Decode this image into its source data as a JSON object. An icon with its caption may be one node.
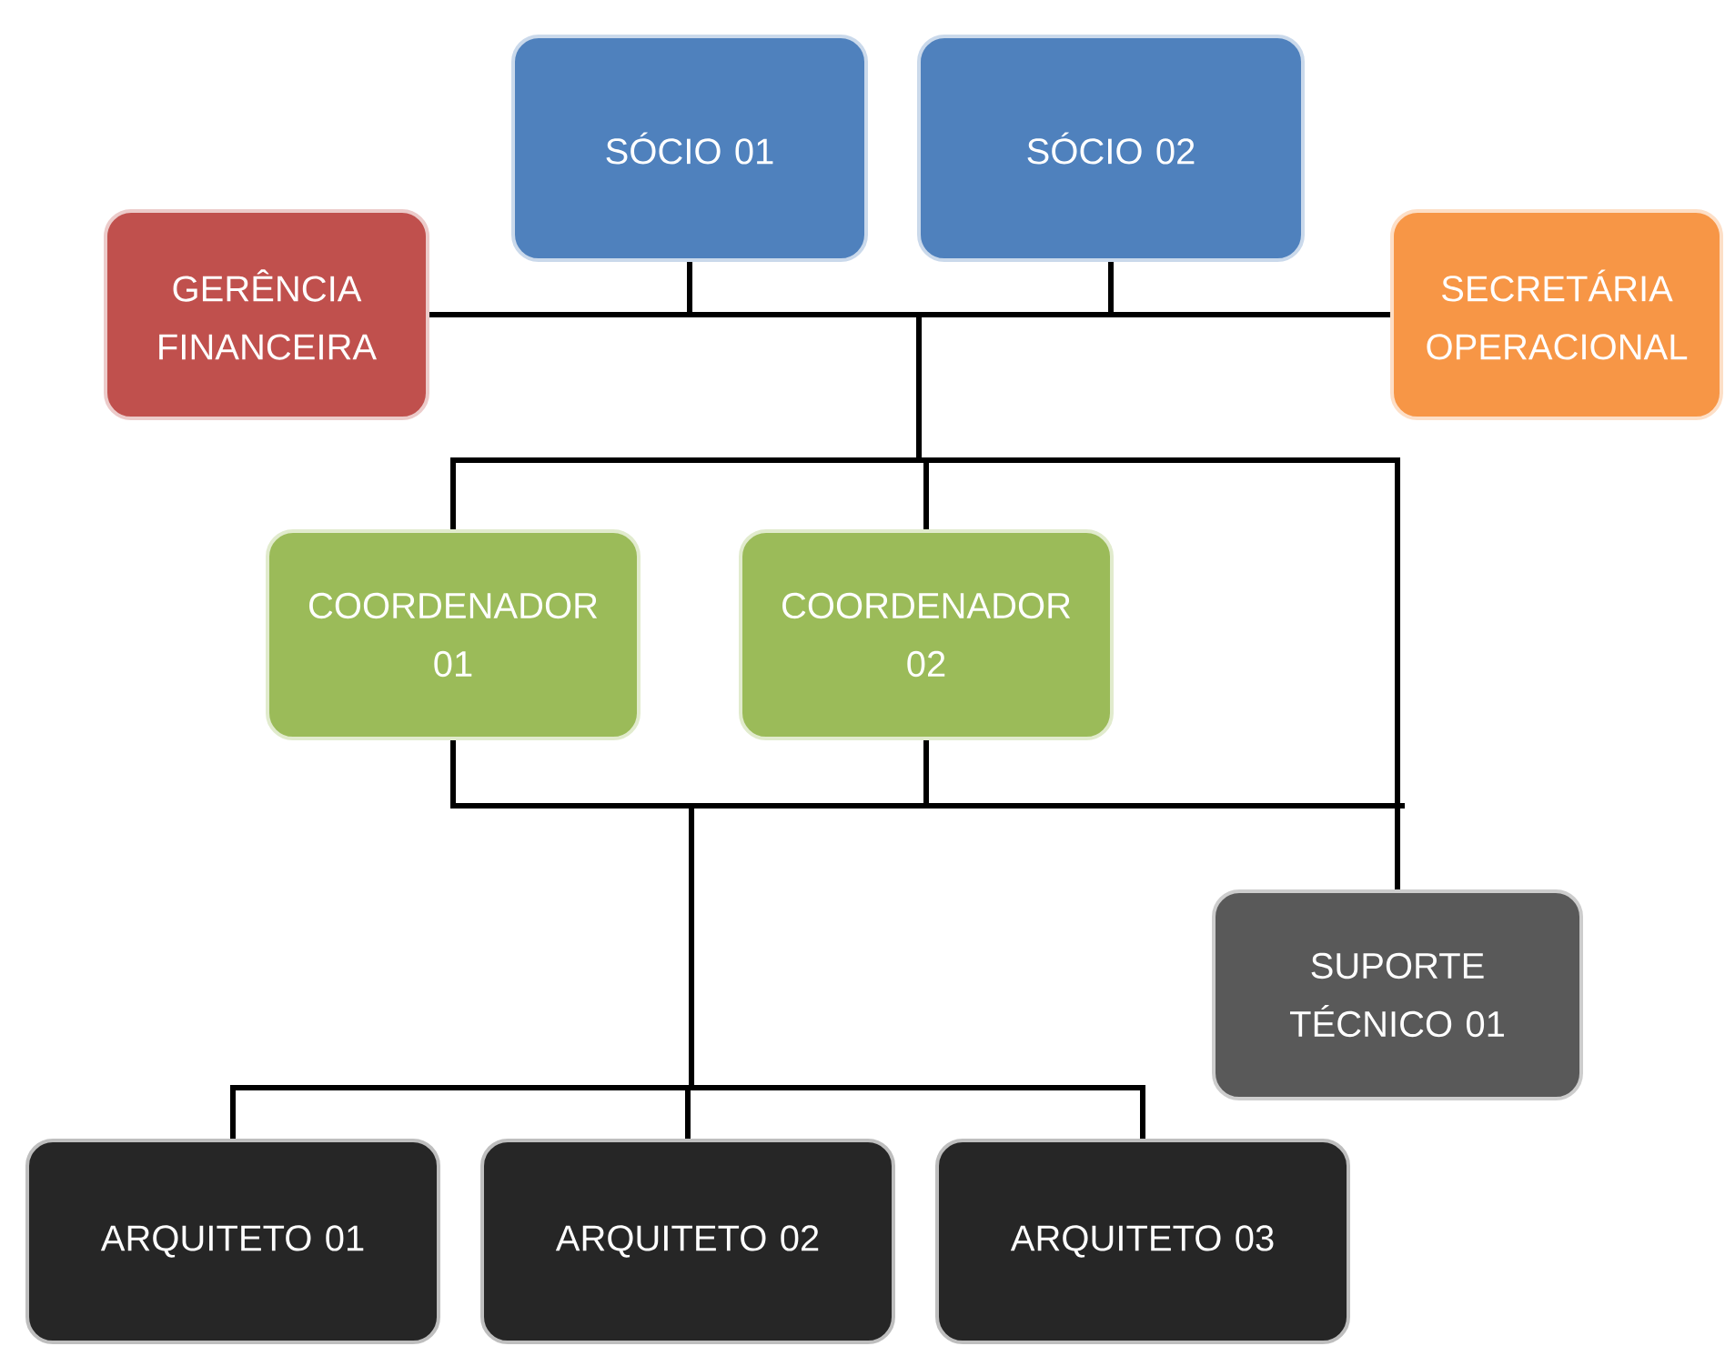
{
  "diagram": {
    "nodes": [
      {
        "text": [
          "SÓCIO 01"
        ]
      },
      {
        "text": [
          "SÓCIO 02"
        ]
      },
      {
        "text": [
          "GERÊNCIA FINANCEIRA"
        ]
      },
      {
        "text": [
          "SECRETÁRIA OPERACIONAL"
        ]
      },
      {
        "text": [
          "COORDENADOR 01"
        ]
      },
      {
        "text": [
          "COORDENADOR 02"
        ]
      },
      {
        "text": [
          "SUPORTE TÉCNICO 01"
        ]
      },
      {
        "text": [
          "ARQUITETO 01"
        ]
      },
      {
        "text": [
          "ARQUITETO 02"
        ]
      },
      {
        "text": [
          "ARQUITETO 03"
        ]
      }
    ],
    "edges": [
      {
        "from": 0,
        "to": 2,
        "arrow": "none"
      },
      {
        "from": 1,
        "to": 3,
        "arrow": "none"
      },
      {
        "from": 0,
        "to": 4,
        "arrow": "none"
      },
      {
        "from": 0,
        "to": 5,
        "arrow": "none"
      },
      {
        "from": 0,
        "to": 6,
        "arrow": "none"
      },
      {
        "from": 1,
        "to": 4,
        "arrow": "none"
      },
      {
        "from": 1,
        "to": 5,
        "arrow": "none"
      },
      {
        "from": 1,
        "to": 6,
        "arrow": "none"
      },
      {
        "from": 4,
        "to": 7,
        "arrow": "none"
      },
      {
        "from": 4,
        "to": 8,
        "arrow": "none"
      },
      {
        "from": 4,
        "to": 9,
        "arrow": "none"
      },
      {
        "from": 5,
        "to": 7,
        "arrow": "none"
      },
      {
        "from": 5,
        "to": 8,
        "arrow": "none"
      },
      {
        "from": 5,
        "to": 9,
        "arrow": "none"
      }
    ]
  }
}
